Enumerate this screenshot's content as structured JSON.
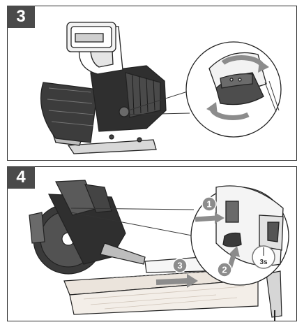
{
  "steps": [
    {
      "number": "3"
    },
    {
      "number": "4",
      "callouts": [
        "1",
        "2",
        "3"
      ],
      "timer": {
        "value": "3s"
      }
    }
  ],
  "colors": {
    "badge": "#4a4a4a",
    "frame": "#2b2b2b",
    "callout": "#8c8c8c",
    "board": "#ebe4dc"
  }
}
